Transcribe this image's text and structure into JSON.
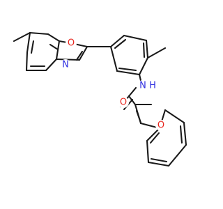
{
  "atoms": {
    "o_benzoxazole": {
      "label": "O",
      "color": "#e8271f"
    },
    "n_benzoxazole": {
      "label": "N",
      "color": "#3030e0"
    },
    "n_amide": {
      "label": "N",
      "color": "#3030e0"
    },
    "h_amide": {
      "label": "H",
      "color": "#3030e0"
    },
    "o_carbonyl": {
      "label": "O",
      "color": "#e8271f"
    },
    "o_benzofuran": {
      "label": "O",
      "color": "#e8271f"
    }
  },
  "colors": {
    "bond": "#1a1a1a",
    "background": "#ffffff"
  }
}
